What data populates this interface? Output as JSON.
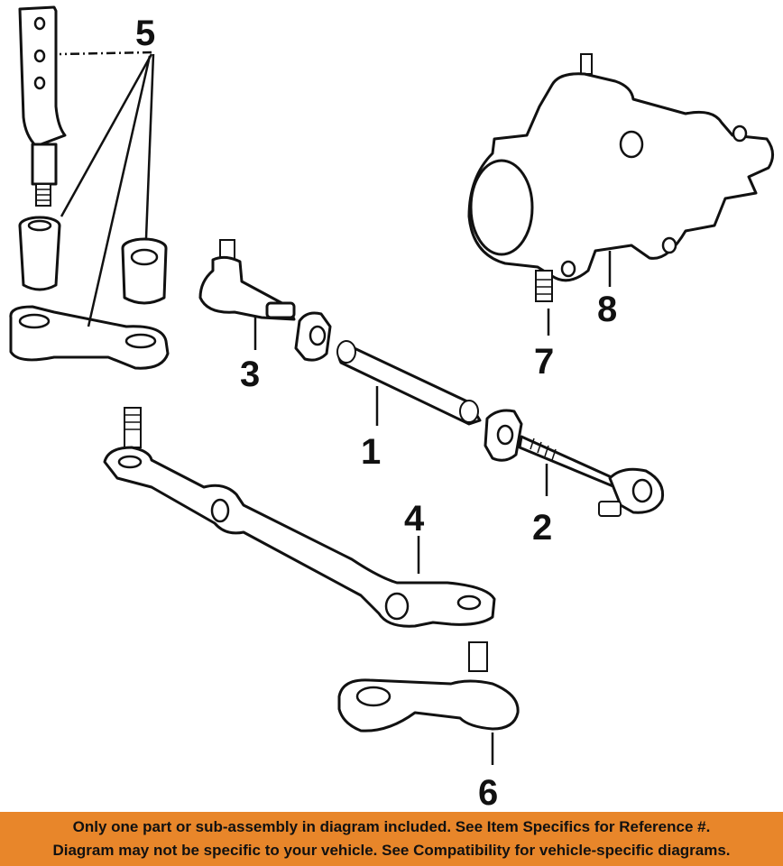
{
  "diagram": {
    "callouts": {
      "c1": "1",
      "c2": "2",
      "c3": "3",
      "c4": "4",
      "c5": "5",
      "c6": "6",
      "c7": "7",
      "c8": "8"
    }
  },
  "disclaimer": {
    "line1": "Only one part or sub-assembly in diagram included. See Item Specifics for Reference #.",
    "line2": "Diagram may not be specific to your vehicle. See Compatibility for vehicle-specific diagrams."
  },
  "colors": {
    "banner": "#E8862A",
    "ink": "#111111"
  }
}
